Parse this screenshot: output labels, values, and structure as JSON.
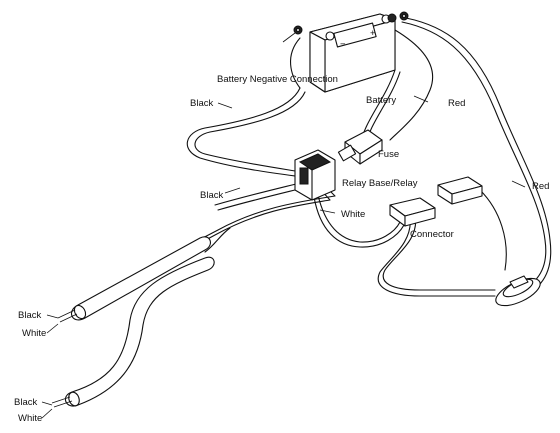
{
  "labels": {
    "battery_negative": "Battery Negative Connection",
    "battery": "Battery",
    "red_top": "Red",
    "black_top": "Black",
    "fuse": "Fuse",
    "relay": "Relay Base/Relay",
    "black_mid": "Black",
    "red_right": "Red",
    "white_mid": "White",
    "connector": "Connector",
    "black_l1": "Black",
    "white_l1": "White",
    "black_l2": "Black",
    "white_l2": "White"
  },
  "battery_terminals": {
    "negative_symbol": "−",
    "positive_symbol": "+"
  }
}
